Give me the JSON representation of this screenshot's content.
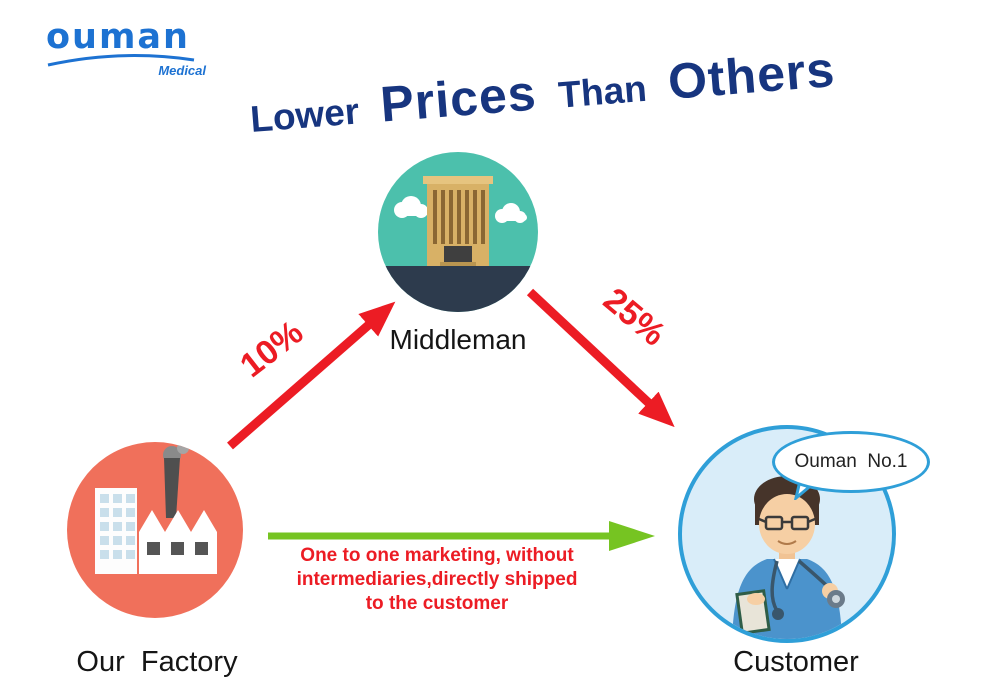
{
  "logo": {
    "brand": "ouman",
    "tagline": "Medical"
  },
  "title": {
    "words": [
      "Lower",
      "Prices",
      "Than",
      "Others"
    ]
  },
  "nodes": {
    "middleman": {
      "label": "Middleman"
    },
    "factory": {
      "label": "Our  Factory"
    },
    "customer": {
      "label": "Customer",
      "speech_bubble": "Ouman  No.1"
    }
  },
  "arrows": {
    "factory_to_middleman": {
      "label": "10%",
      "color": "#ec1c24"
    },
    "middleman_to_customer": {
      "label": "25%",
      "color": "#ec1c24"
    },
    "factory_to_customer": {
      "lines": [
        "One to one marketing, without",
        "intermediaries,directly shipped",
        "to the customer"
      ],
      "color": "#76c422"
    }
  },
  "colors": {
    "brand_blue": "#1d72d2",
    "title_blue": "#17357f",
    "red": "#ec1c24",
    "green": "#76c422",
    "middleman_teal": "#4cc0ac",
    "factory_salmon": "#f0705b",
    "customer_border": "#2f9fd8",
    "customer_fill": "#d9edf9"
  }
}
